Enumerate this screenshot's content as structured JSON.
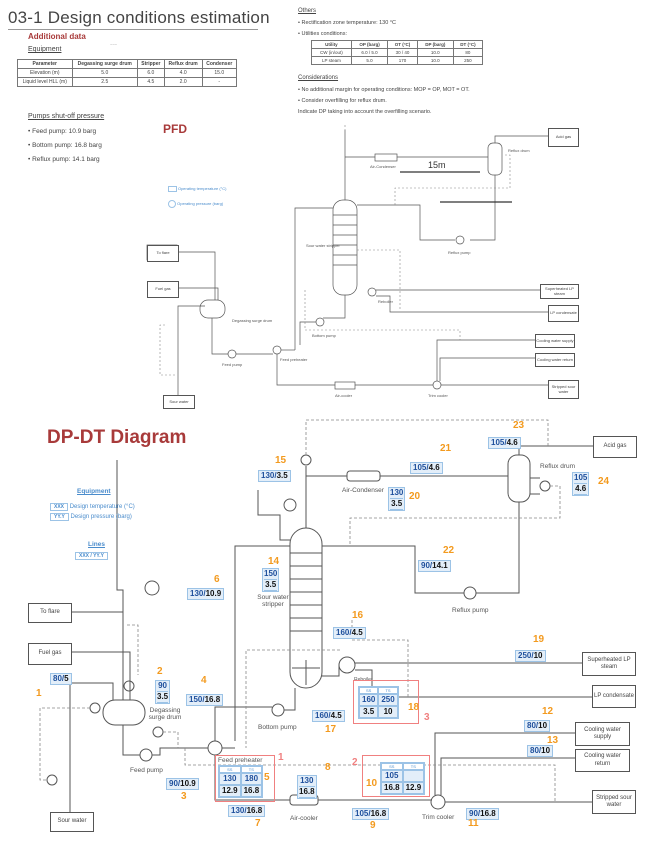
{
  "title": "03-1 Design conditions estimation",
  "additional_data": "Additional data",
  "equipment": {
    "heading": "Equipment",
    "columns": [
      "Parameter",
      "Degassing surge drum",
      "Stripper",
      "Reflux drum",
      "Condenser"
    ],
    "rows": [
      [
        "Elevation (m)",
        "5.0",
        "6.0",
        "4.0",
        "15.0"
      ],
      [
        "Liquid level HLL (m)",
        "2.5",
        "4.5",
        "2.0",
        "-"
      ]
    ]
  },
  "pumps": {
    "heading": "Pumps shut-off pressure",
    "items": [
      "Feed pump: 10.9 barg",
      "Bottom pump: 16.8 barg",
      "Reflux pump: 14.1 barg"
    ]
  },
  "pfd_title": "PFD",
  "others": {
    "heading": "Others",
    "items": [
      "Rectification zone temperature: 130 °C",
      "Utilities conditions:"
    ],
    "utilities": {
      "columns": [
        "Utility",
        "OP (barg)",
        "OT (°C)",
        "DP (barg)",
        "DT (°C)"
      ],
      "rows": [
        [
          "CW (in/out)",
          "6.0 / 5.0",
          "30 / 40",
          "10.0",
          "80"
        ],
        [
          "LP steam",
          "5.0",
          "170",
          "10.0",
          "250"
        ]
      ]
    }
  },
  "considerations": {
    "heading": "Considerations",
    "items": [
      "No additional margin for operating conditions: MOP = OP, MOT = OT.",
      "Consider overfilling for reflux drum.",
      "Indicate DP taking into account the overfilling scenario."
    ]
  },
  "pfd": {
    "legend": {
      "temp": "Operating temperature (°C)",
      "pres": "Operating pressure (barg)"
    },
    "annotation": "15m"
  },
  "labels": {
    "to_flare": "To flare",
    "fuel_gas": "Fuel gas",
    "sour_water": "Sour water",
    "acid_gas": "Acid gas",
    "sh_steam": "Superheated LP steam",
    "lp_cond": "LP condensate",
    "cw_supply": "Cooling water supply",
    "cw_return": "Cooling water return",
    "stripped": "Stripped sour water",
    "degassing": "Degassing surge drum",
    "feed_pump": "Feed pump",
    "feed_preheater": "Feed preheater",
    "bottom_pump": "Bottom pump",
    "stripper": "Sour water stripper",
    "reboiler": "Reboiler",
    "air_condenser": "Air-Condenser",
    "reflux_drum": "Reflux drum",
    "reflux_pump": "Reflux pump",
    "air_cooler": "Air-cooler",
    "trim_cooler": "Trim cooler"
  },
  "dpdt": {
    "title": "DP-DT Diagram",
    "legend": {
      "equipment_heading": "Equipment",
      "xxx": "XXX",
      "yy": "YY.Y",
      "temp_label": "Design temperature (°C)",
      "pres_label": "Design pressure (barg)",
      "lines_heading": "Lines",
      "line_format": "XXX / YY.Y"
    },
    "tags": [
      {
        "num": "15",
        "t": "130",
        "p": "3.5"
      },
      {
        "num": "14",
        "t": "150",
        "p": "3.5"
      },
      {
        "num": "6",
        "t": "130",
        "p": "10.9"
      },
      {
        "num": "23",
        "t": "105",
        "p": "4.6"
      },
      {
        "num": "21",
        "t": "105",
        "p": "4.6"
      },
      {
        "num": "20",
        "t": "130",
        "p": "3.5"
      },
      {
        "num": "24",
        "t": "105",
        "p": "4.6"
      },
      {
        "num": "22",
        "t": "90",
        "p": "14.1"
      },
      {
        "num": "1",
        "t": "80",
        "p": "5"
      },
      {
        "num": "2",
        "t": "90",
        "p": "3.5"
      },
      {
        "num": "4",
        "t": "150",
        "p": "16.8"
      },
      {
        "num": "3",
        "t": "90",
        "p": "10.9"
      },
      {
        "num": "7",
        "t": "130",
        "p": "16.8"
      },
      {
        "num": "8",
        "t": "130",
        "p": "16.8"
      },
      {
        "num": "16",
        "t": "160",
        "p": "4.5"
      },
      {
        "num": "17",
        "t": "160",
        "p": "4.5"
      },
      {
        "num": "19",
        "t": "250",
        "p": "10"
      },
      {
        "num": "12",
        "t": "80",
        "p": "10"
      },
      {
        "num": "13",
        "t": "80",
        "p": "10"
      },
      {
        "num": "9",
        "t": "105",
        "p": "16.8"
      },
      {
        "num": "11",
        "t": "90",
        "p": "16.8"
      }
    ],
    "exchangers": [
      {
        "mark": "1",
        "ss": "SS",
        "ts": "TS",
        "t": [
          "130",
          "180"
        ],
        "p": [
          "12.9",
          "16.8"
        ],
        "num": "5"
      },
      {
        "mark": "3",
        "ss": "SS",
        "ts": "TS",
        "t": [
          "160",
          "250"
        ],
        "p": [
          "3.5",
          "10"
        ],
        "num": "18"
      },
      {
        "mark": "2",
        "ss": "SS",
        "ts": "TS",
        "t": [
          "105",
          ""
        ],
        "p": [
          "16.8",
          "12.9"
        ],
        "num": "10"
      }
    ]
  },
  "colors": {
    "heading_red": "#a83a3a",
    "tag_blue": "#1e4f9c",
    "tag_bg": "#e3eef9",
    "number_orange": "#f39a1e",
    "highlight_red": "#f08080"
  }
}
